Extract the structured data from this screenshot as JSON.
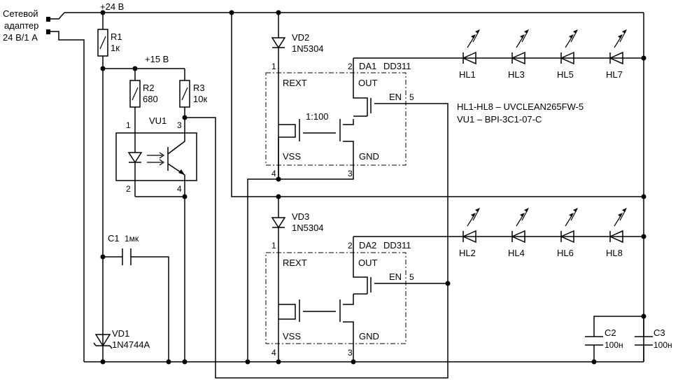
{
  "labels": {
    "adapter_line1": "Сетевой",
    "adapter_line2": "адаптер",
    "adapter_line3": "24 В/1 А",
    "v24": "+24 В",
    "v15": "+15 В",
    "r1_name": "R1",
    "r1_val": "1к",
    "r2_name": "R2",
    "r2_val": "680",
    "r3_name": "R3",
    "r3_val": "10к",
    "vu1": "VU1",
    "vu1_pin1": "1",
    "vu1_pin2": "2",
    "vu1_pin3": "3",
    "vu1_pin4": "4",
    "c1_name": "C1",
    "c1_val": "1мк",
    "vd1_name": "VD1",
    "vd1_val": "1N4744A",
    "vd2_name": "VD2",
    "vd2_val": "1N5304",
    "vd3_name": "VD3",
    "vd3_val": "1N5304",
    "da1": "DA1",
    "da2": "DA2",
    "dd311": "DD311",
    "rext": "REXT",
    "out": "OUT",
    "vss": "VSS",
    "gnd": "GND",
    "en": "EN",
    "ratio": "1:100",
    "pin1": "1",
    "pin2": "2",
    "pin3": "3",
    "pin4": "4",
    "pin5": "5",
    "hl1": "HL1",
    "hl2": "HL2",
    "hl3": "HL3",
    "hl4": "HL4",
    "hl5": "HL5",
    "hl6": "HL6",
    "hl7": "HL7",
    "hl8": "HL8",
    "note1": "HL1-HL8 – UVCLEAN265FW-5",
    "note2": "VU1       – BPI-3C1-07-C",
    "c2_name": "C2",
    "c2_val": "100н",
    "c3_name": "C3",
    "c3_val": "100н"
  }
}
